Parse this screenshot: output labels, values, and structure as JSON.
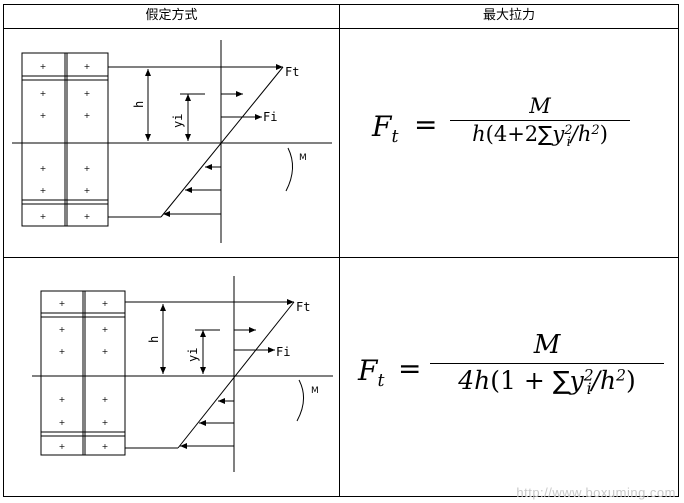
{
  "table": {
    "headers": [
      "假定方式",
      "最大拉力"
    ]
  },
  "diagram": {
    "label_ft": "Ft",
    "label_fi": "Fi",
    "label_h": "h",
    "label_yi": "yi",
    "label_m": "M"
  },
  "formula1": {
    "lhs": "F",
    "lhs_sub": "t",
    "eq": "=",
    "num": "M",
    "den_h": "h",
    "den_paren": "(4+2",
    "den_sum": "∑",
    "den_y": "y",
    "den_y_sub": "i",
    "den_y_sup": "2",
    "den_slash": "/h",
    "den_h_sup": "2",
    "den_close": ")"
  },
  "formula2": {
    "lhs": "F",
    "lhs_sub": "t",
    "eq": "=",
    "num": "M",
    "den_h": "4h",
    "den_paren": "(1 + ",
    "den_sum": "∑",
    "den_y": "y",
    "den_y_sub": "i",
    "den_y_sup": "2",
    "den_slash": "/h",
    "den_h_sup": "2",
    "den_close": ")"
  },
  "watermark": "http://www.boxuming.com"
}
